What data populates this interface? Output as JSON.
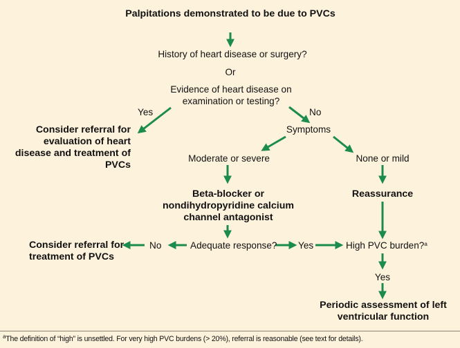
{
  "nodes": {
    "start": "Palpitations demonstrated to be due to PVCs",
    "history": "History of heart disease or surgery?",
    "or": "Or",
    "evidence": "Evidence of heart disease on examination or testing?",
    "yes1": "Yes",
    "no1": "No",
    "refer1": "Consider referral for evaluation of heart disease and treatment of PVCs",
    "symptoms": "Symptoms",
    "moderate": "Moderate or severe",
    "mild": "None or mild",
    "beta": "Beta-blocker or nondihydropyridine calcium channel antagonist",
    "reassurance": "Reassurance",
    "refer2": "Consider referral for treatment of PVCs",
    "no2": "No",
    "adequate": "Adequate response?",
    "yes2": "Yes",
    "burden": "High PVC burden?",
    "burden_mark": "a",
    "yes3": "Yes",
    "periodic": "Periodic assessment of left ventricular function"
  },
  "footnote": {
    "mark": "a",
    "text": "The definition of “high” is unsettled. For very high PVC burdens (> 20%), referral is reasonable (see text for details)."
  },
  "colors": {
    "arrow": "#1c8b4e",
    "background": "#fdf2dc"
  }
}
